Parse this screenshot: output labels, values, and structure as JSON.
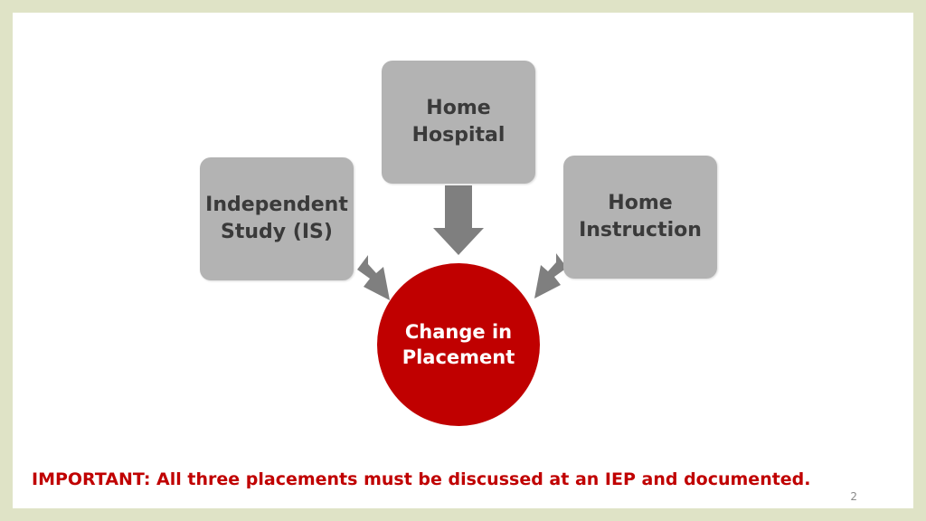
{
  "diagram": {
    "top_box": "Home\nHospital",
    "left_box": "Independent\nStudy (IS)",
    "right_box": "Home\nInstruction",
    "center": "Change in\nPlacement"
  },
  "footer": {
    "note": "IMPORTANT:  All three placements must be discussed at an IEP and documented.",
    "page_number": "2"
  },
  "colors": {
    "frame": "#dfe3c6",
    "box_fill": "#b3b3b3",
    "arrow_fill": "#7f7f7f",
    "accent_red": "#c00000"
  }
}
